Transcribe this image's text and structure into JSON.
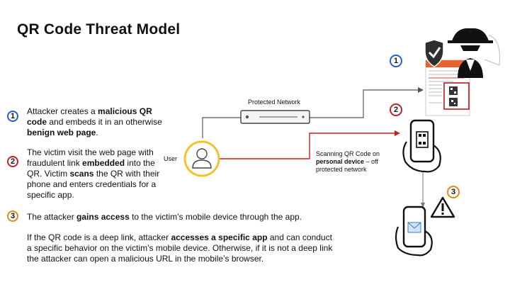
{
  "title": "QR Code Threat Model",
  "steps": [
    {
      "number": "1",
      "parts": [
        {
          "text": "Attacker creates a ",
          "bold": false
        },
        {
          "text": "malicious QR code",
          "bold": true
        },
        {
          "text": " and embeds it in an otherwise ",
          "bold": false
        },
        {
          "text": "benign web page",
          "bold": true
        },
        {
          "text": ".",
          "bold": false
        }
      ]
    },
    {
      "number": "2",
      "parts": [
        {
          "text": "The victim visit the web page with fraudulent link ",
          "bold": false
        },
        {
          "text": "embedded",
          "bold": true
        },
        {
          "text": " into the QR. Victim ",
          "bold": false
        },
        {
          "text": "scans",
          "bold": true
        },
        {
          "text": " the QR with their phone and enters credentials for a specific app.",
          "bold": false
        }
      ]
    },
    {
      "number": "3",
      "parts": [
        {
          "text": "The attacker ",
          "bold": false
        },
        {
          "text": "gains access",
          "bold": true
        },
        {
          "text": " to the victim’s mobile device through the app.",
          "bold": false
        }
      ]
    }
  ],
  "deep_link_note": {
    "parts": [
      {
        "text": "If the QR code is a deep link, attacker ",
        "bold": false
      },
      {
        "text": "accesses a specific app",
        "bold": true
      },
      {
        "text": " and can conduct a specific behavior on the victim’s mobile device. Otherwise, if it is not a deep link the attacker can open a malicious URL in the mobile’s browser.",
        "bold": false
      }
    ]
  },
  "diagram": {
    "protected_network_label": "Protected Network",
    "user_label": "User",
    "scan_note": {
      "parts": [
        {
          "text": "Scanning QR Code on ",
          "bold": false
        },
        {
          "text": "personal device",
          "bold": true
        },
        {
          "text": " – off protected network",
          "bold": false
        }
      ]
    },
    "badges": [
      "1",
      "2",
      "3"
    ]
  },
  "colors": {
    "badge_1": "#2a5bd7",
    "badge_2": "#c0232b",
    "badge_3": "#e08a19",
    "wifi_path": "#d11a1a",
    "network_path": "#555555",
    "user_ring": "#f2c230",
    "phone_outline": "#111111"
  }
}
